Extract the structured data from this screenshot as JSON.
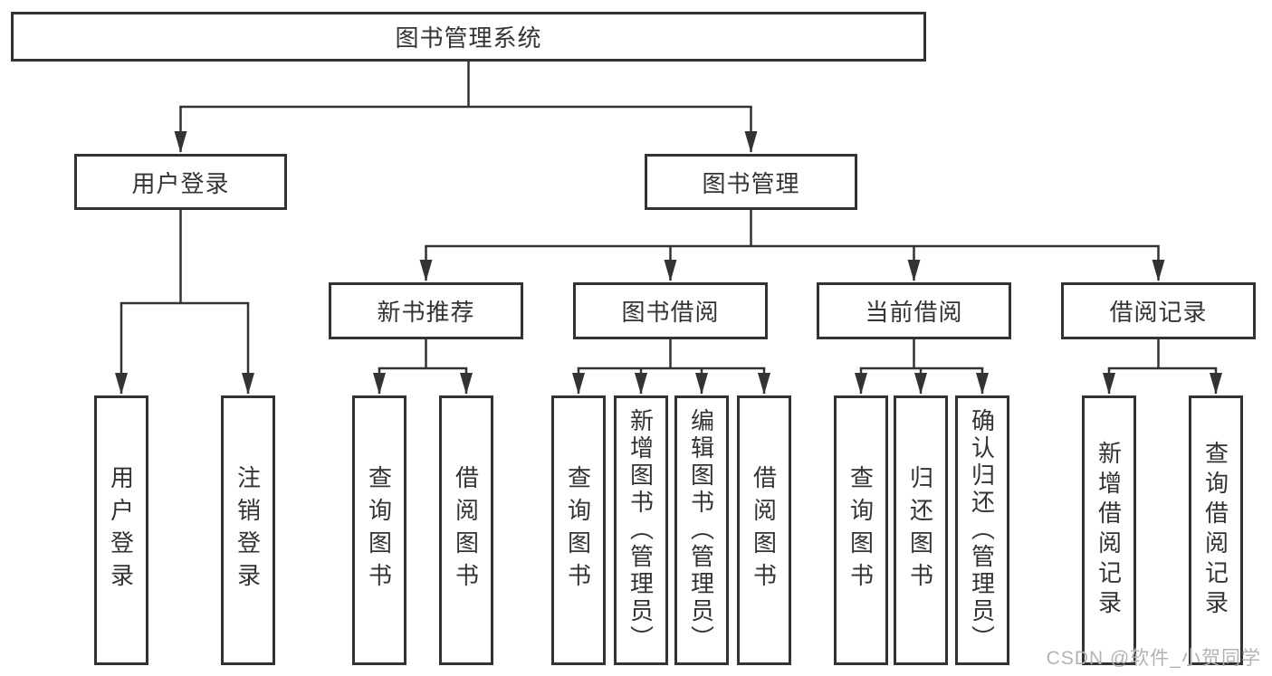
{
  "tree": {
    "root": {
      "label": "图书管理系统"
    },
    "branches": [
      {
        "label": "用户登录",
        "children": [
          {
            "label": "用户登录"
          },
          {
            "label": "注销登录"
          }
        ]
      },
      {
        "label": "图书管理",
        "children": [
          {
            "label": "新书推荐",
            "children": [
              {
                "label": "查询图书"
              },
              {
                "label": "借阅图书"
              }
            ]
          },
          {
            "label": "图书借阅",
            "children": [
              {
                "label": "查询图书"
              },
              {
                "label": "新增图书（管理员）"
              },
              {
                "label": "编辑图书（管理员）"
              },
              {
                "label": "借阅图书"
              }
            ]
          },
          {
            "label": "当前借阅",
            "children": [
              {
                "label": "查询图书"
              },
              {
                "label": "归还图书"
              },
              {
                "label": "确认归还（管理员）"
              }
            ]
          },
          {
            "label": "借阅记录",
            "children": [
              {
                "label": "新增借阅记录"
              },
              {
                "label": "查询借阅记录"
              }
            ]
          }
        ]
      }
    ]
  },
  "watermark": "CSDN @软件_小贺同学",
  "colors": {
    "line": "#333333",
    "box_fill": "#ffffff",
    "watermark": "#b3b3b3"
  }
}
